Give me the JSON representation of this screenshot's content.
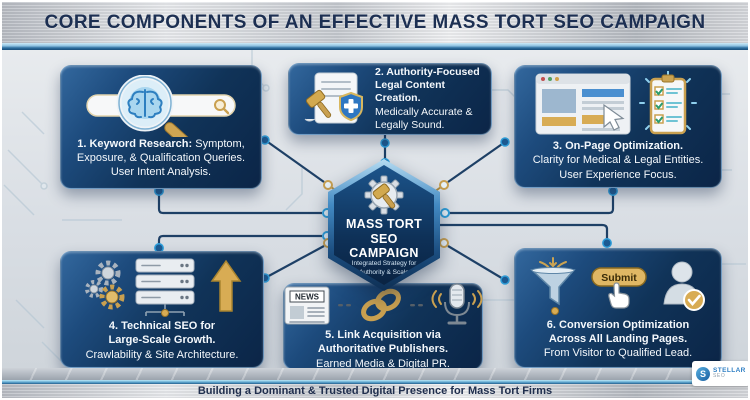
{
  "header": {
    "title": "CORE COMPONENTS OF AN EFFECTIVE MASS TORT SEO CAMPAIGN"
  },
  "hexagon": {
    "icon": "gear-gavel-icon",
    "title_line1": "MASS TORT",
    "title_line2": "SEO CAMPAIGN",
    "subtitle_line1": "Integrated Strategy for",
    "subtitle_line2": "Authority & Scale"
  },
  "boxes": [
    {
      "id": "1",
      "icon": "brain-magnifier-searchbar-icon",
      "lines": [
        {
          "b": "1. Keyword Research:",
          "r": " Symptom,"
        },
        {
          "b": "",
          "r": "Exposure, & Qualification Queries."
        },
        {
          "b": "",
          "r": "User Intent Analysis."
        }
      ]
    },
    {
      "id": "2",
      "icon": "document-gavel-medical-shield-icon",
      "lines": [
        {
          "b": "2. Authority-Focused",
          "r": ""
        },
        {
          "b": "Legal Content Creation.",
          "r": ""
        },
        {
          "b": "",
          "r": "Medically Accurate &"
        },
        {
          "b": "",
          "r": "Legally Sound."
        }
      ]
    },
    {
      "id": "3",
      "icon": "webpage-cursor-checklist-icon",
      "lines": [
        {
          "b": "3. On-Page Optimization.",
          "r": ""
        },
        {
          "b": "",
          "r": "Clarity for Medical & Legal Entities."
        },
        {
          "b": "",
          "r": "User Experience Focus."
        }
      ]
    },
    {
      "id": "4",
      "icon": "gears-server-growth-arrow-icon",
      "lines": [
        {
          "b": "4. Technical SEO for",
          "r": ""
        },
        {
          "b": "Large-Scale Growth.",
          "r": ""
        },
        {
          "b": "",
          "r": "Crawlability & Site Architecture."
        }
      ]
    },
    {
      "id": "5",
      "icon": "newspaper-chainlink-microphone-icon",
      "lines": [
        {
          "b": "5. Link Acquisition via",
          "r": ""
        },
        {
          "b": "Authoritative Publishers.",
          "r": ""
        },
        {
          "b": "",
          "r": "Earned Media & Digital PR."
        }
      ]
    },
    {
      "id": "6",
      "icon": "funnel-submit-qualified-lead-icon",
      "lines": [
        {
          "b": "6. Conversion Optimization",
          "r": ""
        },
        {
          "b": "Across All Landing Pages.",
          "r": ""
        },
        {
          "b": "",
          "r": "From Visitor to Qualified Lead."
        }
      ]
    }
  ],
  "labels": {
    "news": "NEWS",
    "submit": "Submit"
  },
  "footer": {
    "tagline": "Building a Dominant & Trusted Digital Presence for Mass Tort Firms"
  },
  "logo": {
    "monogram": "S",
    "name": "STELLAR",
    "sub": "SEO"
  },
  "colors": {
    "accent_gold": "#c9a050",
    "panel_navy": "#0d2c52",
    "wire_navy": "#1e4066",
    "node_blue": "#2fa0dc"
  }
}
